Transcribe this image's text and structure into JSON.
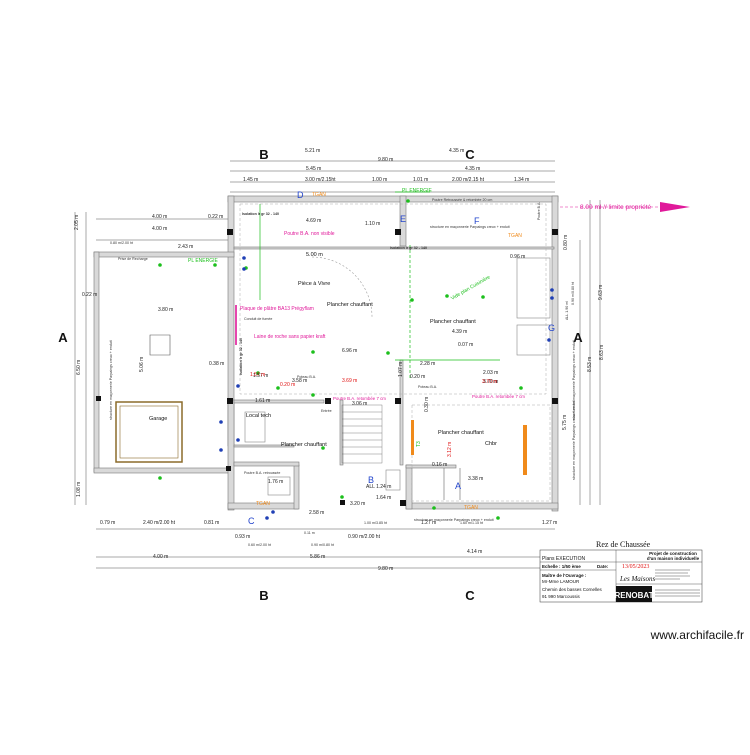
{
  "plan": {
    "overall_dims": {
      "top": "9.80 m",
      "bottom": "9.80 m",
      "left_total": "6.50 m",
      "right_total": "8.63 m"
    },
    "top_dims": [
      "5.21 m",
      "4.35 m",
      "5.45 m",
      "4.35 m",
      "1.45 m",
      "3.00 m/2.15ht",
      "1.00 m",
      "1.01 m",
      "2.00 m/2.15 ht",
      "1.34 m",
      "4.00 m",
      "0.22 m",
      "4.69 m",
      "1.10 m",
      "0.96 m",
      "5.00 m"
    ],
    "left_dims": [
      "2.05 m",
      "4.00 m",
      "2.43 m",
      "0.80 m/2.00 ht",
      "0.22 m",
      "3.80 m",
      "5.06 m",
      "1.08 m",
      "0.79 m",
      "2.40 m/2.00 ht",
      "0.81 m",
      "4.00 m"
    ],
    "right_dims": [
      "0.80 m",
      "0.90 m/0.80 ht",
      "ALL 1.90 ml",
      "5.75 m",
      "8.53 m",
      "9.63 m",
      "8.63 m",
      "1.27 m"
    ],
    "bottom_dims": [
      "5.86 m",
      "4.14 m",
      "1.00 m/3.85 ht",
      "1.60 m/1.15 ht",
      "1.27 m",
      "0.60 m/2.00 ht",
      "0.90 m/0.80 ht",
      "0.93 m",
      "2.58 m",
      "3.20 m",
      "1.64 m",
      "0.11 m",
      "0.90 m/2.00 ht"
    ],
    "interior_dims": [
      "6.96 m",
      "4.39 m",
      "3.38 m",
      "3.58 m",
      "3.06 m",
      "2.28 m",
      "0.20 m",
      "0.07 m",
      "0.16 m",
      "0.30 m",
      "1.57 m",
      "1.61 m",
      "2.03 m",
      "3.70 m",
      "1.07 m",
      "0.38 m",
      "ALL 1.24 m",
      "1.76 m"
    ],
    "section_letters": [
      "A",
      "A",
      "B",
      "B",
      "C",
      "C"
    ],
    "room_letters": [
      "D",
      "E",
      "F",
      "G",
      "B",
      "A",
      "C"
    ],
    "rooms": {
      "piece": "Pièce à  Vivre",
      "garage": "Garage",
      "chambre": "Chbr",
      "entree": "Entrée",
      "local": "Local tech"
    },
    "labels": {
      "plancher1": "Plancher chauffant",
      "plancher2": "Plancher chauffant",
      "plancher3": "Plancher chauffant",
      "plancher4": "Plancher chauffant",
      "poteau1": "Poteau B.A.",
      "poteau2": "Poteau B.A.",
      "poutre_ret1": "Poutre Retroussée  & retombée 20 cm",
      "poutre_ret2": "Poutre B.A. retroussée",
      "poutre_ret3": "Poutre B.A. retombée 7 cm",
      "poutre_ret4": "Poutre B.A. retombée 7 cm",
      "isolation1": "Isolation Ir gr 32 - 140",
      "isolation2": "Isolation Ir gr 32 - 140",
      "isolation3": "Isolation Ir gr 32 - 140",
      "conduit": "Conduit de fumée",
      "struct1": "structure en maçonnerie Parpaings creux  + enduit",
      "struct2": "structure en maçonnerie Parpaings creux  + enduit",
      "struct3": "structure en maçonnerie Parpaings creux  + enduit",
      "struct4": "structure en maçonnerie Parpaings creux  + enduit",
      "struct5": "structure en maçonnerie Parpaings creux  + enduit",
      "poutre_ba": "Poutre B.A.",
      "prise": "Prise de Recharge"
    },
    "pink_notes": {
      "poutre_non_visible": "Poutre B.A. non visible",
      "plaque": "Plaque de plâtre BA13 Prégyflam",
      "laine": "Laine de roche  sans papier kraft",
      "limite": "8.00 ml // limite propriété"
    },
    "green_notes": {
      "vide": "Vide plan Cuisinière",
      "pl1": "PL ENERGIE",
      "pl2": "PL ENERGIE",
      "t3": "T3"
    },
    "orange_labels": [
      "TGAN",
      "TGAN",
      "TGAN",
      "TGAN"
    ],
    "red_values": [
      "3.69 m",
      "0.20 m",
      "1.57 m",
      "3.70 m",
      "3.12 m"
    ]
  },
  "title_block": {
    "floor": "Rez de Chaussée",
    "project_line1": "Projet de construction",
    "project_line2": "d'un maison individuelle",
    "plans": "Plans EXECUTION",
    "scale": "Echelle :  1/50 ème",
    "date_label": "Date:",
    "date": "13/05/2023",
    "owner_label": "Maître de l'Ouvrage :",
    "owner": "Mr-Mme LAMOUR",
    "address1": "Chemin des basses Cornelles",
    "address2": "91 990 Marcoussis",
    "company": "RENOBAT",
    "brand": "Les Maisons"
  },
  "watermark": "www.archifacile.fr",
  "colors": {
    "pink": "#e0199a",
    "blue": "#2244cc",
    "green": "#1cbf1c",
    "orange": "#f08a1a",
    "red": "#e01010",
    "wall": "#9a9a9a"
  }
}
